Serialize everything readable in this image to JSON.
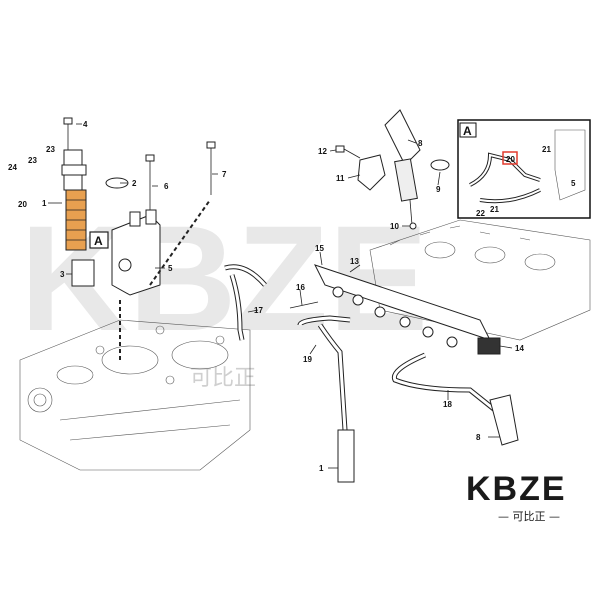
{
  "watermark": {
    "text": "KBZE",
    "sub": "可比正"
  },
  "brand": {
    "logo_text": "KBZE",
    "tagline": "— 可比正 —",
    "accent": "#e23b2e"
  },
  "detail_box": {
    "label": "A",
    "highlight_color": "#e23b2e"
  },
  "callout_a": "A",
  "labels": {
    "l1a": "1",
    "l2": "2",
    "l3": "3",
    "l4": "4",
    "l5a": "5",
    "l6": "6",
    "l7": "7",
    "l8a": "8",
    "l9": "9",
    "l10": "10",
    "l11": "11",
    "l12": "12",
    "l13": "13",
    "l14": "14",
    "l15": "15",
    "l16": "16",
    "l17": "17",
    "l18": "18",
    "l19": "19",
    "l20a": "20",
    "l21a": "21",
    "l22": "22",
    "l23a": "23",
    "l23b": "23",
    "l24": "24",
    "l8b": "8",
    "l1b": "1",
    "l20b": "20",
    "l21b": "21",
    "l5b": "5"
  }
}
